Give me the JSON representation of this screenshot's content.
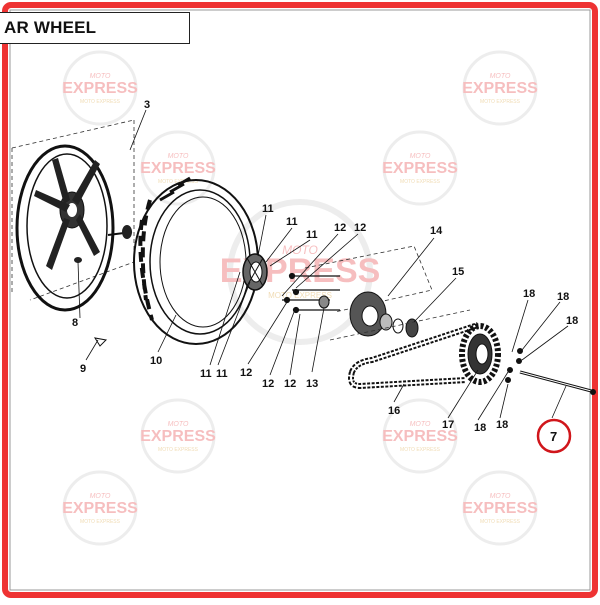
{
  "title": "AR WHEEL",
  "watermark": {
    "top": "MOTO",
    "main": "EXPRESS",
    "bottom": "MOTO EXPRESS",
    "color": "#e8474a"
  },
  "highlight_color": "#d0161b",
  "border_color": "#dd2222",
  "callouts": {
    "c3": "3",
    "c8": "8",
    "c9": "9",
    "c10": "10",
    "c11a": "11",
    "c11b": "11",
    "c11c": "11",
    "c11d": "11",
    "c11e": "11",
    "c12a": "12",
    "c12b": "12",
    "c12c": "12",
    "c12d": "12",
    "c12e": "12",
    "c13": "13",
    "c14": "14",
    "c15": "15",
    "c16": "16",
    "c17": "17",
    "c18a": "18",
    "c18b": "18",
    "c18c": "18",
    "c18d": "18",
    "c18e": "18",
    "c7": "7"
  }
}
